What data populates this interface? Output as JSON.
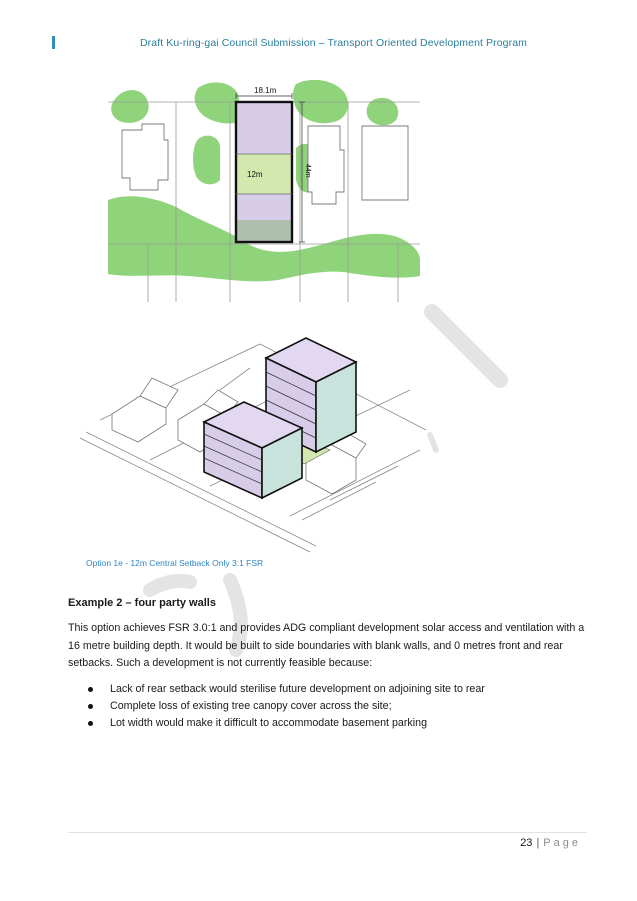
{
  "header": {
    "title": "Draft Ku-ring-gai Council Submission – Transport Oriented Development Program"
  },
  "figure": {
    "site_width_label": "18.1m",
    "setback_label": "12m",
    "depth_label": "44m",
    "caption": "Option 1e - 12m Central Setback Only 3:1 FSR"
  },
  "section": {
    "heading": "Example 2 – four party walls",
    "paragraph": "This option achieves FSR 3.0:1 and provides ADG compliant development solar access and ventilation with a 16 metre building depth. It would be built to side boundaries with blank walls, and 0 metres front and rear setbacks. Such a development is not currently feasible because:",
    "bullets": [
      "Lack of rear setback would sterilise future development on adjoining site to rear",
      "Complete loss of existing tree canopy cover across the site;",
      "Lot width would make it difficult to accommodate basement parking"
    ]
  },
  "footer": {
    "page_number": "23",
    "separator": "|",
    "page_word": "Page"
  },
  "colors": {
    "building_purple": "#d8cde9",
    "setback_green": "#d3e8ae",
    "tree_canopy": "#8fd47a",
    "header_accent": "#2e8fb8",
    "caption_blue": "#2e86c1"
  }
}
